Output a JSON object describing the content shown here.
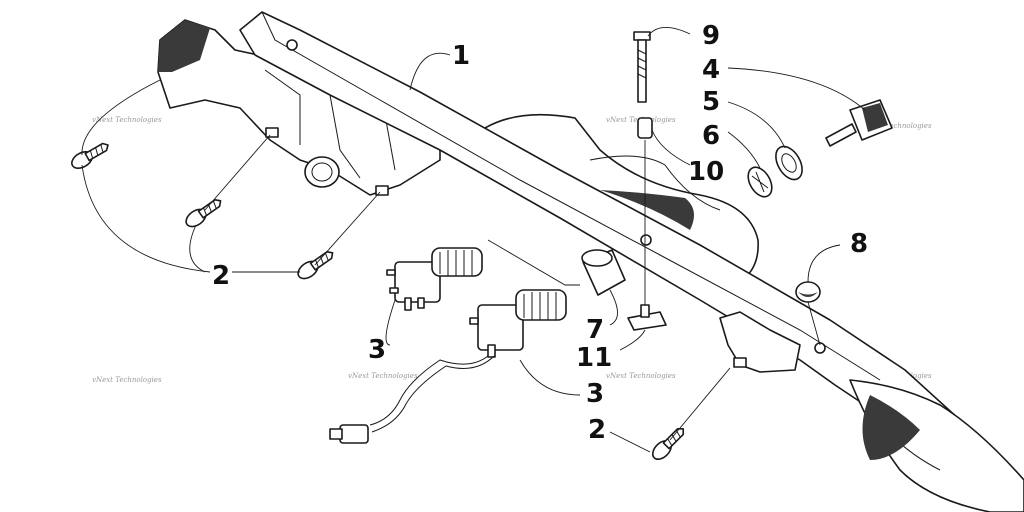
{
  "watermark": "vNext Technologies",
  "callouts": [
    {
      "id": "c1a",
      "label": "1"
    },
    {
      "id": "c2a",
      "label": "2"
    },
    {
      "id": "c2b",
      "label": "2"
    },
    {
      "id": "c3a",
      "label": "3"
    },
    {
      "id": "c3b",
      "label": "3"
    },
    {
      "id": "c4",
      "label": "4"
    },
    {
      "id": "c5",
      "label": "5"
    },
    {
      "id": "c6",
      "label": "6"
    },
    {
      "id": "c7",
      "label": "7"
    },
    {
      "id": "c8",
      "label": "8"
    },
    {
      "id": "c9",
      "label": "9"
    },
    {
      "id": "c10",
      "label": "10"
    },
    {
      "id": "c11",
      "label": "11"
    }
  ],
  "colors": {
    "ink": "#1a1a1a",
    "paper": "#ffffff",
    "watermark": "#9a9a9a"
  }
}
